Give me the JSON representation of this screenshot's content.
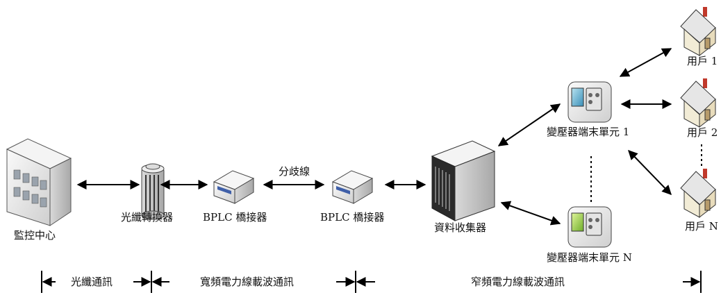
{
  "nodes": {
    "monitor_center": "監控中心",
    "fiber_converter": "光纖轉換器",
    "bplc_bridge_1": "BPLC 橋接器",
    "bplc_bridge_2": "BPLC 橋接器",
    "branch_line": "分歧線",
    "data_collector": "資料收集器",
    "transformer_terminal_1": "變壓器端末單元 1",
    "transformer_terminal_n": "變壓器端末單元 N",
    "user_1": "用戶 1",
    "user_2": "用戶 2",
    "user_n": "用戶 N"
  },
  "segments": {
    "fiber": "光纖通訊",
    "broadband_plc": "寬頻電力線載波通訊",
    "narrowband_plc": "窄頻電力線載波通訊"
  },
  "colors": {
    "line": "#000000",
    "device_body": "#e9e9e9",
    "device_port": "#3f5fa8",
    "house_wall": "#f2ecd6",
    "house_roof": "#e6e6e6",
    "chimney": "#c0392b"
  }
}
